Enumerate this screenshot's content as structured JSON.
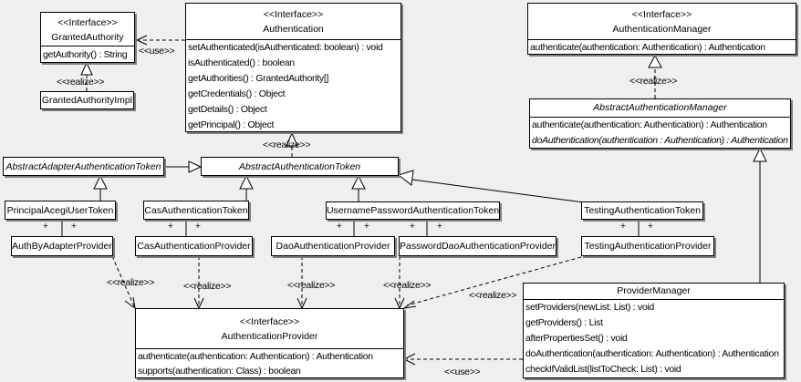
{
  "labels": {
    "realize": "&lt;&lt;realize&gt;&gt;",
    "use": "&lt;&lt;use&gt;&gt;",
    "plus": "+"
  },
  "labels_plain": {
    "realize": "<<realize>>",
    "use": "<<use>>",
    "plus": "+"
  },
  "colors": {
    "background": "#efefef",
    "box_fill": "#ffffff",
    "line": "#000000",
    "shadow": "#7f7f7f"
  },
  "classes": {
    "granted_authority": {
      "stereotype": "<<Interface>>",
      "name": "GrantedAuthority",
      "methods": [
        "getAuthority() : String"
      ]
    },
    "granted_authority_impl": {
      "name": "GrantedAuthorityImpl"
    },
    "authentication": {
      "stereotype": "<<Interface>>",
      "name": "Authentication",
      "methods": [
        "setAuthenticated(isAuthenticated: boolean) : void",
        "isAuthenticated() : boolean",
        "getAuthorities() : GrantedAuthority[]",
        "getCredentials() : Object",
        "getDetails() : Object",
        "getPrincipal() : Object"
      ]
    },
    "authentication_manager": {
      "stereotype": "<<Interface>>",
      "name": "AuthenticationManager",
      "methods": [
        "authenticate(authentication: Authentication) : Authentication"
      ]
    },
    "abstract_authentication_manager": {
      "name": "AbstractAuthenticationManager",
      "methods": [
        "authenticate(authentication: Authentication) : Authentication",
        "doAuthentication(authentication : Authentication) : Authentication"
      ]
    },
    "abstract_adapter_authentication_token": {
      "name": "AbstractAdapterAuthenticationToken"
    },
    "abstract_authentication_token": {
      "name": "AbstractAuthenticationToken"
    },
    "principal_acegi_user_token": {
      "name": "PrincipalAcegiUserToken"
    },
    "cas_authentication_token": {
      "name": "CasAuthenticationToken"
    },
    "username_password_authentication_token": {
      "name": "UsernamePasswordAuthenticationToken"
    },
    "testing_authentication_token": {
      "name": "TestingAuthenticationToken"
    },
    "auth_by_adapter_provider": {
      "name": "AuthByAdapterProvider"
    },
    "cas_authentication_provider": {
      "name": "CasAuthenticationProvider"
    },
    "dao_authentication_provider": {
      "name": "DaoAuthenticationProvider"
    },
    "password_dao_authentication_provider": {
      "name": "PasswordDaoAuthenticationProvider"
    },
    "testing_authentication_provider": {
      "name": "TestingAuthenticationProvider"
    },
    "authentication_provider": {
      "stereotype": "<<Interface>>",
      "name": "AuthenticationProvider",
      "methods": [
        "authenticate(authentication: Authentication) : Authentication",
        "supports(authentication: Class) : boolean"
      ]
    },
    "provider_manager": {
      "name": "ProviderManager",
      "methods": [
        "setProviders(newList: List) : void",
        "getProviders() : List",
        "afterPropertiesSet() : void",
        "doAuthentication(authentication: Authentication) : Authentication",
        "checkIfValidList(listToCheck: List) : void"
      ]
    }
  }
}
